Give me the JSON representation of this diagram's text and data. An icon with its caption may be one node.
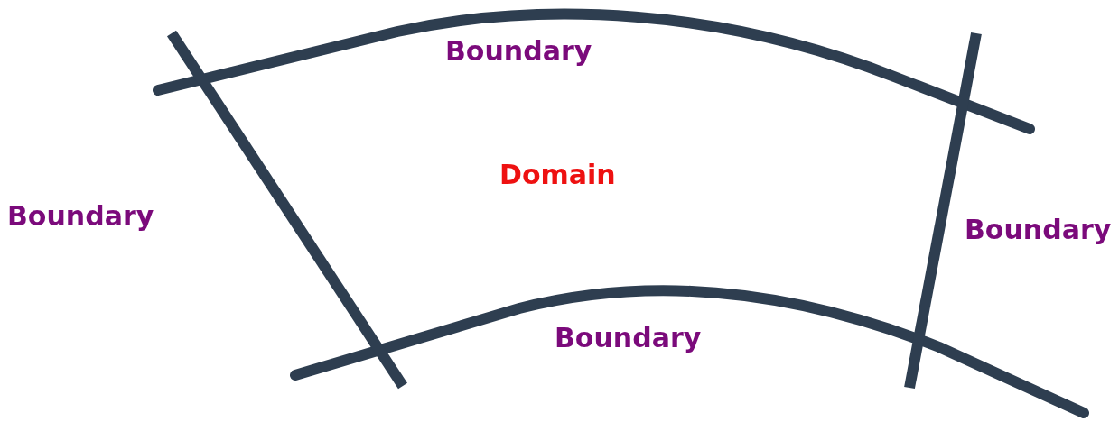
{
  "diagram": {
    "labels": [
      "Boundary",
      "Domain",
      "Boundary",
      "Boundary",
      "Boundary"
    ]
  }
}
